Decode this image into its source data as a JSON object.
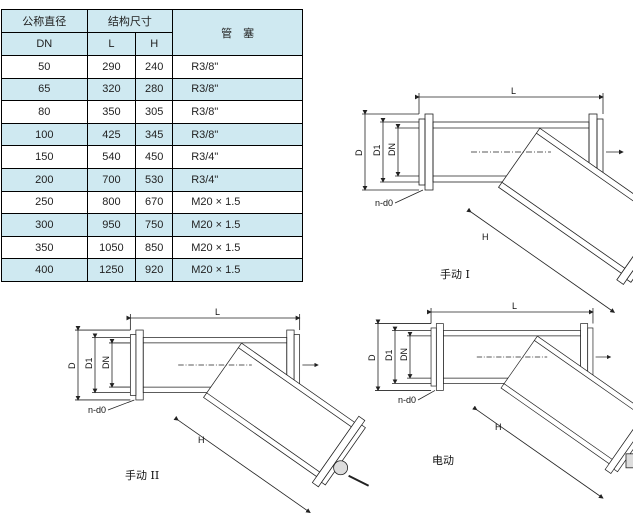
{
  "table": {
    "header": {
      "nominal_diameter": "公称直径",
      "dimensions": "结构尺寸",
      "pipe_thread": "管　塞",
      "dn": "DN",
      "l": "L",
      "h": "H"
    },
    "rows": [
      {
        "dn": "50",
        "l": "290",
        "h": "240",
        "thread": "R3/8\""
      },
      {
        "dn": "65",
        "l": "320",
        "h": "280",
        "thread": "R3/8\""
      },
      {
        "dn": "80",
        "l": "350",
        "h": "305",
        "thread": "R3/8\""
      },
      {
        "dn": "100",
        "l": "425",
        "h": "345",
        "thread": "R3/8\""
      },
      {
        "dn": "150",
        "l": "540",
        "h": "450",
        "thread": "R3/4\""
      },
      {
        "dn": "200",
        "l": "700",
        "h": "530",
        "thread": "R3/4\""
      },
      {
        "dn": "250",
        "l": "800",
        "h": "670",
        "thread": "M20 × 1.5"
      },
      {
        "dn": "300",
        "l": "950",
        "h": "750",
        "thread": "M20 × 1.5"
      },
      {
        "dn": "350",
        "l": "1050",
        "h": "850",
        "thread": "M20 × 1.5"
      },
      {
        "dn": "400",
        "l": "1250",
        "h": "920",
        "thread": "M20 × 1.5"
      }
    ]
  },
  "drawings": [
    {
      "caption": "手动 I",
      "L": "L",
      "H": "H",
      "D": "D",
      "D1": "D1",
      "DN": "DN",
      "bolts": "n-d0"
    },
    {
      "caption": "手动 II",
      "L": "L",
      "H": "H",
      "D": "D",
      "D1": "D1",
      "DN": "DN",
      "bolts": "n-d0"
    },
    {
      "caption": "电动",
      "L": "L",
      "H": "H",
      "D": "D",
      "D1": "D1",
      "DN": "DN",
      "bolts": "n-d0"
    }
  ],
  "colors": {
    "header_bg": "#cfe9f1",
    "line": "#222222"
  }
}
